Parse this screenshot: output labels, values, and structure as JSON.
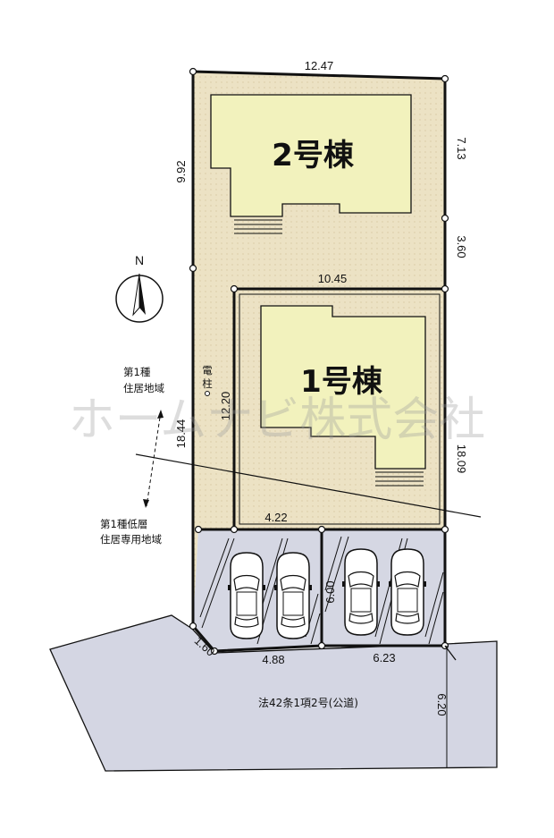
{
  "buildings": {
    "building_2": "2号棟",
    "building_1": "1号棟"
  },
  "dimensions": {
    "top": "12.47",
    "right_upper": "7.13",
    "right_middle": "3.60",
    "left_upper": "9.92",
    "lot1_top": "10.45",
    "lot1_left": "12.20",
    "left_total": "18.44",
    "right_lower": "18.09",
    "parking_top": "4.22",
    "parking_depth": "6.00",
    "corner_cut": "1.60",
    "frontage_left": "4.88",
    "frontage_right": "6.23",
    "road_width": "6.20"
  },
  "compass": {
    "north": "N"
  },
  "utility_pole": "電柱",
  "zoning": {
    "upper": [
      "第1種",
      "住居地域"
    ],
    "lower": [
      "第1種低層",
      "住居専用地域"
    ]
  },
  "road_label": "法42条1項2号(公道)",
  "watermark": "ホームナビ株式会社",
  "colors": {
    "lot_fill": "#ece2c4",
    "building_fill": "#f2f2bd",
    "parking_fill": "#d5d7e3",
    "road_fill": "#d4d6e3"
  }
}
